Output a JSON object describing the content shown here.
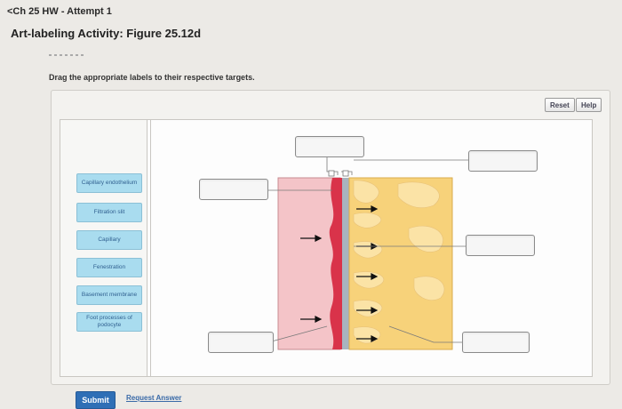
{
  "header": {
    "back_link": "<Ch 25 HW - Attempt 1",
    "activity_title": "Art-labeling Activity: Figure 25.12d"
  },
  "instructions": "Drag the appropriate labels to their respective targets.",
  "toolbar": {
    "reset_label": "Reset",
    "help_label": "Help"
  },
  "labels": [
    "Capillary endothelium",
    "Filtration slit",
    "Capillary",
    "Fenestration",
    "Basement membrane",
    "Foot processes of podocyte"
  ],
  "footer": {
    "submit_label": "Submit",
    "request_answer_label": "Request Answer"
  },
  "colors": {
    "label_chip": "#a9dcef",
    "capillary_tissue": "#f4c4c8",
    "endothelium": "#d9334a",
    "basement_membrane": "#a8b4bf",
    "podocyte": "#f7d27a",
    "submit": "#2f6fb6"
  }
}
